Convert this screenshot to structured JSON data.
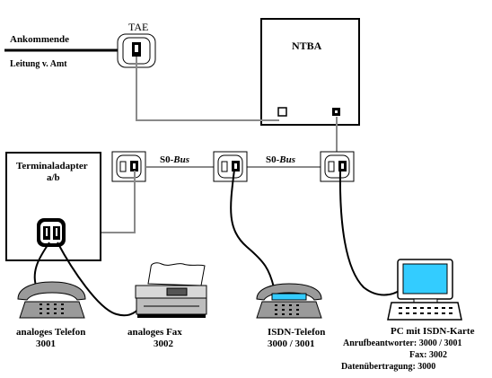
{
  "labels": {
    "incoming_line_1": "Ankommende",
    "incoming_line_2": "Leitung v. Amt",
    "tae": "TAE",
    "ntba": "NTBA",
    "terminal_adapter_1": "Terminaladapter",
    "terminal_adapter_2": "a/b",
    "s0_bus_left_prefix": "S0-",
    "s0_bus_left_suffix": "Bus",
    "s0_bus_right_prefix": "S0-",
    "s0_bus_right_suffix": "Bus",
    "analog_phone_1": "analoges Telefon",
    "analog_phone_2": "3001",
    "analog_fax_1": "analoges Fax",
    "analog_fax_2": "3002",
    "isdn_phone_1": "ISDN-Telefon",
    "isdn_phone_2": "3000 / 3001",
    "pc_1": "PC mit ISDN-Karte",
    "pc_2": "Anrufbeantworter: 3000 / 3001",
    "pc_3": "Fax: 3002",
    "pc_4": "Datenübertragung: 3000"
  },
  "colors": {
    "line_gray": "#8a8a8a",
    "phone_gray": "#9a9a9a",
    "screen_cyan": "#33ccff",
    "outline": "#000000"
  },
  "icons": [
    "wall-socket-icon",
    "telephone-icon",
    "fax-machine-icon",
    "computer-icon"
  ]
}
